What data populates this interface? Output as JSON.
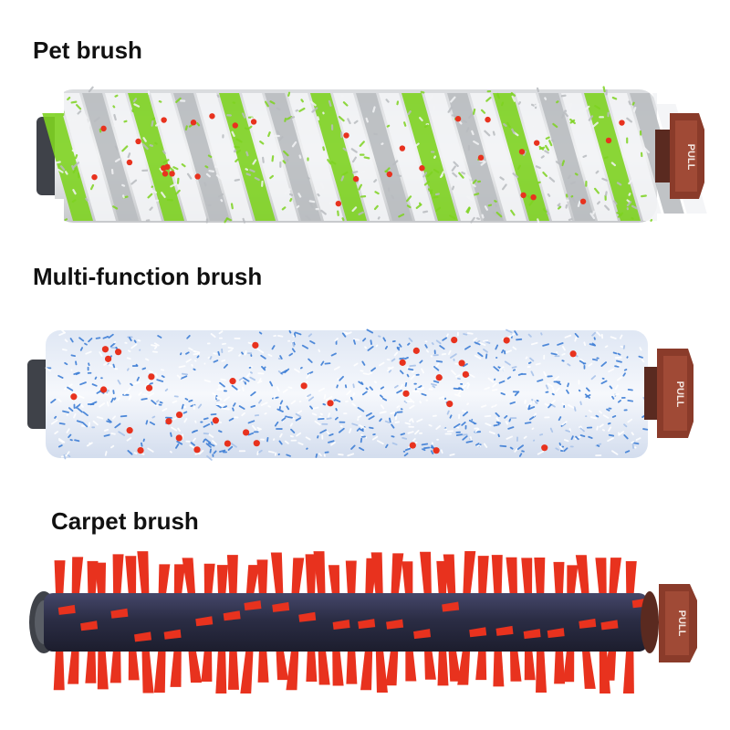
{
  "brushes": {
    "pet": {
      "label": "Pet brush",
      "end_cap_text": "PULL"
    },
    "multi": {
      "label": "Multi-function brush",
      "end_cap_text": "PULL"
    },
    "carpet": {
      "label": "Carpet brush",
      "end_cap_text": "PULL"
    }
  },
  "colors": {
    "background": "#ffffff",
    "pet_green": "#7ed321",
    "pet_grey": "#b9bcc0",
    "bristle_white": "#f3f4f6",
    "multi_blue": "#3f7fd6",
    "accent_red": "#e8321e",
    "rod_navy": "#2b2d45",
    "cap_brown": "#8a3b2a",
    "hub_grey": "#4a4d55"
  }
}
